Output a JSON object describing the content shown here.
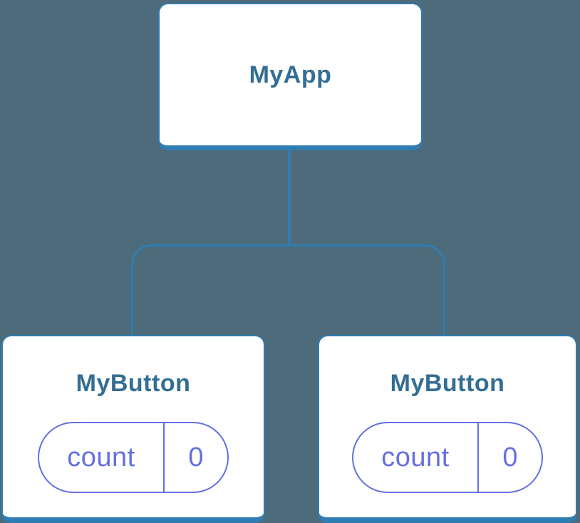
{
  "diagram": {
    "type": "component-tree",
    "colors": {
      "background": "#4D6B7A",
      "connector_stroke": "#2F7DB3",
      "card_background": "#FFFFFF",
      "component_label": "#336E93",
      "state_accent": "#6470E0"
    },
    "root": {
      "label": "MyApp"
    },
    "children": [
      {
        "label": "MyButton",
        "state": {
          "name": "count",
          "value": "0"
        }
      },
      {
        "label": "MyButton",
        "state": {
          "name": "count",
          "value": "0"
        }
      }
    ]
  }
}
